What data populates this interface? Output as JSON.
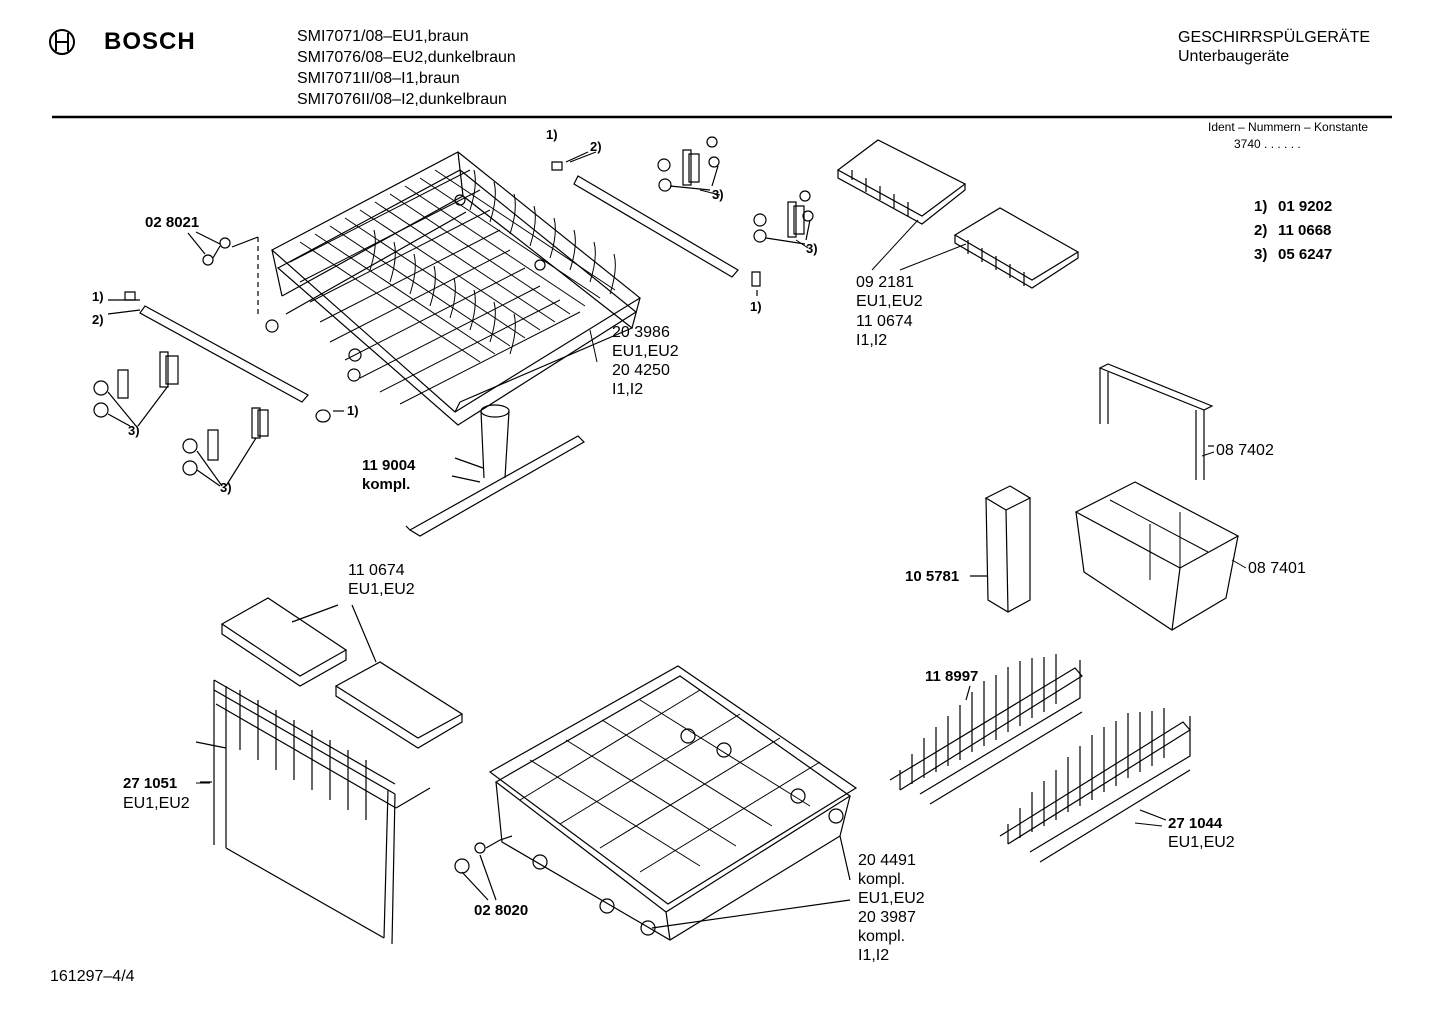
{
  "header": {
    "brand": "BOSCH",
    "models": [
      "SMI7071/08–EU1,braun",
      "SMI7076/08–EU2,dunkelbraun",
      "SMI7071II/08–I1,braun",
      "SMI7076II/08–I2,dunkelbraun"
    ],
    "category": "GESCHIRRSPÜLGERÄTE",
    "subcategory": "Unterbaugeräte"
  },
  "ident": {
    "label": "Ident – Nummern – Konstante",
    "value": "3740 . . . . . ."
  },
  "footnotes": [
    {
      "key": "1)",
      "value": "01 9202"
    },
    {
      "key": "2)",
      "value": "11 0668"
    },
    {
      "key": "3)",
      "value": "05 6247"
    }
  ],
  "callouts": {
    "ref1": "1)",
    "ref2": "2)",
    "ref3": "3)",
    "ref1_rail": "1)",
    "p028021": "02 8021",
    "p203986": "20 3986",
    "p203986_v": "EU1,EU2",
    "p204250": "20 4250",
    "p204250_v": "I1,I2",
    "p092181": "09 2181",
    "p092181_v": "EU1,EU2",
    "p110674a": "11 0674",
    "p110674a_v": "I1,I2",
    "p119004": "11 9004",
    "p119004_v": "kompl.",
    "p087402": "08 7402",
    "p087401": "08 7401",
    "p105781": "10 5781",
    "p110674b": "11 0674",
    "p110674b_v": "EU1,EU2",
    "p271051": "27 1051",
    "p271051_v": "EU1,EU2",
    "p118997": "11 8997",
    "p271044": "27 1044",
    "p271044_v": "EU1,EU2",
    "p204491": "20 4491",
    "p204491_v1": "kompl.",
    "p204491_v2": "EU1,EU2",
    "p203987": "20 3987",
    "p203987_v1": "kompl.",
    "p203987_v2": "I1,I2",
    "p028020": "02 8020"
  },
  "footer": {
    "doc_number": "161297–4/4"
  }
}
